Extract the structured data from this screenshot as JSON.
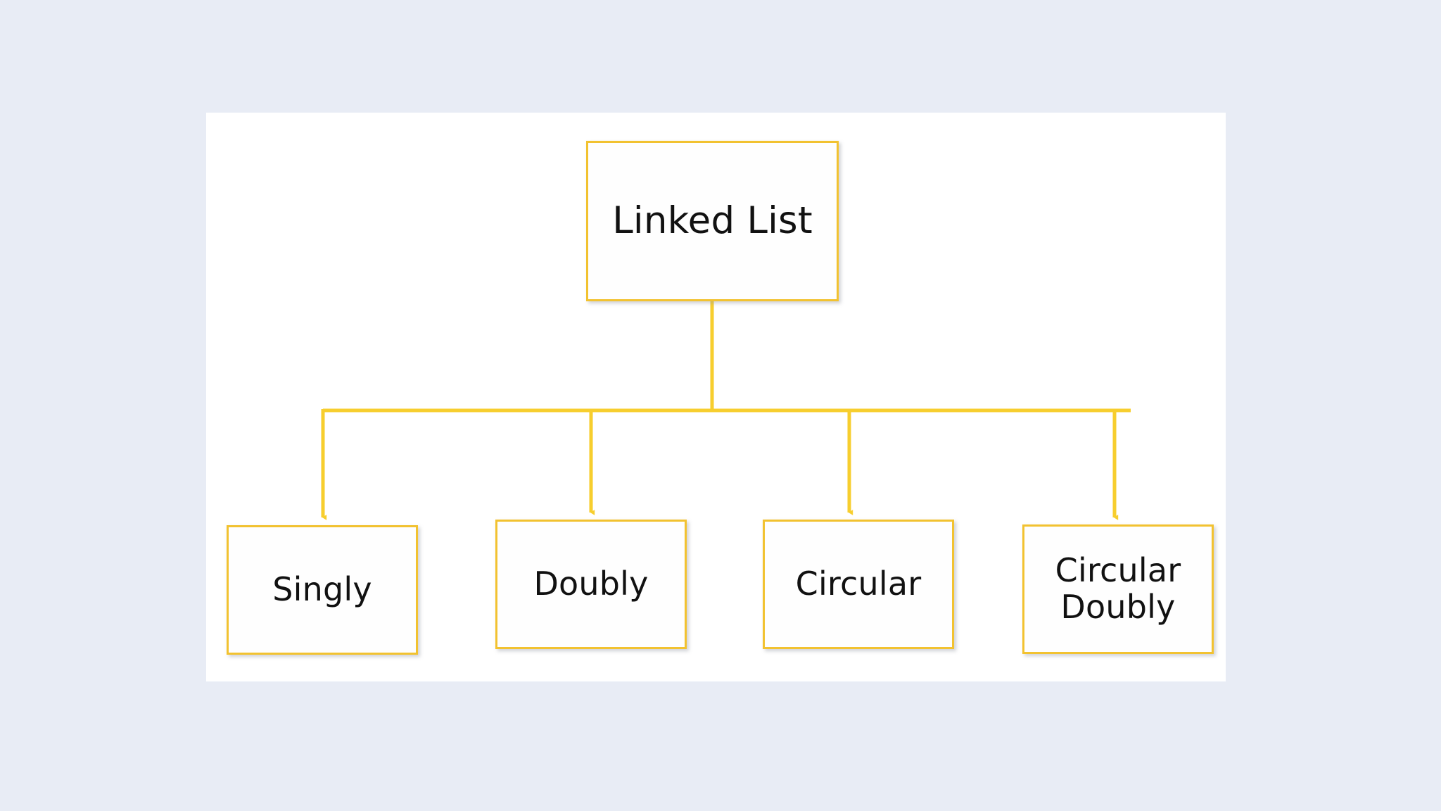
{
  "canvas": {
    "background_color": "#ffffff",
    "page_background_color": "#e8ecf5"
  },
  "diagram": {
    "type": "tree",
    "title": "Linked List",
    "accent_color": "#F2C230",
    "connector_color": "#F7CE2E",
    "box_fill_color": "#fefefe",
    "text_color": "#111111",
    "root": {
      "label": "Linked List"
    },
    "children": [
      {
        "label": "Singly"
      },
      {
        "label": "Doubly"
      },
      {
        "label": "Circular"
      },
      {
        "label": "Circular\nDoubly"
      }
    ],
    "edges": [
      {
        "from": "Linked List",
        "to": "Singly",
        "arrow": "down"
      },
      {
        "from": "Linked List",
        "to": "Doubly",
        "arrow": "down"
      },
      {
        "from": "Linked List",
        "to": "Circular",
        "arrow": "down"
      },
      {
        "from": "Linked List",
        "to": "Circular Doubly",
        "arrow": "down"
      }
    ]
  }
}
